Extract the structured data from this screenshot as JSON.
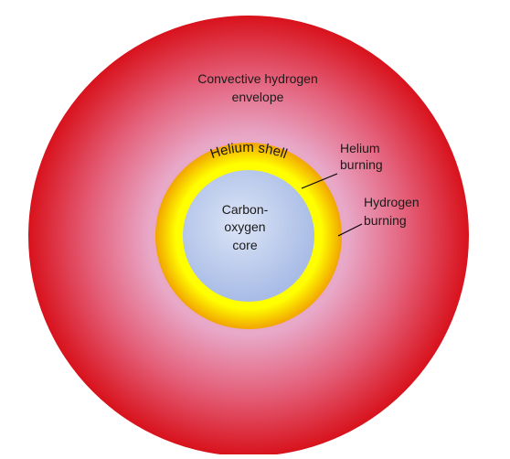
{
  "labels": {
    "envelope_line1": "Convective hydrogen",
    "envelope_line2": "envelope",
    "helium_shell": "Helium shell",
    "helium_burning_line1": "Helium",
    "helium_burning_line2": "burning",
    "hydrogen_burning_line1": "Hydrogen",
    "hydrogen_burning_line2": "burning",
    "core_line1": "Carbon-",
    "core_line2": "oxygen",
    "core_line3": "core"
  },
  "colors": {
    "envelope_outer": "#d8121c",
    "envelope_mid": "#e4607a",
    "envelope_inner": "#e8a8c8",
    "shell_outer": "#f2a400",
    "shell_inner": "#ffff00",
    "core_outer": "#a8bce6",
    "core_inner": "#dce4f6",
    "leader_line": "#000000"
  }
}
